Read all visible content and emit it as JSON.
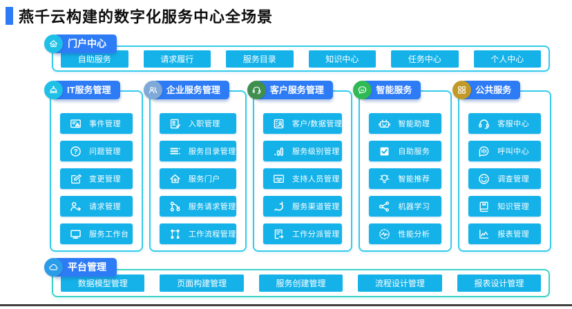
{
  "title": "燕千云构建的数字化服务中心全场景",
  "colors": {
    "accent_blue": "#2e7bf6",
    "button_cyan": "#14b2e9",
    "border_cyan": "#33cbea",
    "border_teal": "#38d3c4"
  },
  "portal": {
    "label": "门户中心",
    "icon": "home",
    "badge_color": "#1fc0e7",
    "items": [
      "自助服务",
      "请求履行",
      "服务目录",
      "知识中心",
      "任务中心",
      "个人中心"
    ]
  },
  "columns": [
    {
      "label": "IT服务管理",
      "icon": "bell",
      "badge_color": "#1fc0e7",
      "items": [
        {
          "label": "事件管理",
          "icon": "screen-alert"
        },
        {
          "label": "问题管理",
          "icon": "question-circle"
        },
        {
          "label": "变更管理",
          "icon": "edit-square"
        },
        {
          "label": "请求管理",
          "icon": "person-arrow"
        },
        {
          "label": "服务工作台",
          "icon": "desktop"
        }
      ]
    },
    {
      "label": "企业服务管理",
      "icon": "people",
      "badge_color": "#7ea9d8",
      "items": [
        {
          "label": "入职管理",
          "icon": "id-card-check"
        },
        {
          "label": "服务目录管理",
          "icon": "list"
        },
        {
          "label": "服务门户",
          "icon": "home"
        },
        {
          "label": "服务请求管理",
          "icon": "branch"
        },
        {
          "label": "工作流程管理",
          "icon": "flow-nodes"
        }
      ]
    },
    {
      "label": "客户服务管理",
      "icon": "headset",
      "badge_color": "#3f8f4f",
      "items": [
        {
          "label": "客户/数据管理",
          "icon": "contact-card"
        },
        {
          "label": "服务级别管理",
          "icon": "bar-chart"
        },
        {
          "label": "支持人员管理",
          "icon": "handshake-screen"
        },
        {
          "label": "服务渠道管理",
          "icon": "swirl-arrow"
        },
        {
          "label": "工作分派管理",
          "icon": "doc-arrow"
        }
      ]
    },
    {
      "label": "智能服务",
      "icon": "chat-smile",
      "badge_color": "#2fba54",
      "items": [
        {
          "label": "智能助理",
          "icon": "robot"
        },
        {
          "label": "自助服务",
          "icon": "checkbox"
        },
        {
          "label": "智能推荐",
          "icon": "bulb"
        },
        {
          "label": "机器学习",
          "icon": "network"
        },
        {
          "label": "性能分析",
          "icon": "pulse-circle"
        }
      ]
    },
    {
      "label": "公共服务",
      "icon": "grid",
      "badge_color": "#c19a28",
      "items": [
        {
          "label": "客服中心",
          "icon": "headset"
        },
        {
          "label": "呼叫中心",
          "icon": "voice"
        },
        {
          "label": "调查管理",
          "icon": "smiley"
        },
        {
          "label": "知识管理",
          "icon": "book"
        },
        {
          "label": "报表管理",
          "icon": "chart-line"
        }
      ]
    }
  ],
  "platform": {
    "label": "平台管理",
    "icon": "cloud",
    "badge_color": "#2b9ce8",
    "items": [
      "数据模型管理",
      "页面构建管理",
      "服务创建管理",
      "流程设计管理",
      "报表设计管理"
    ]
  }
}
